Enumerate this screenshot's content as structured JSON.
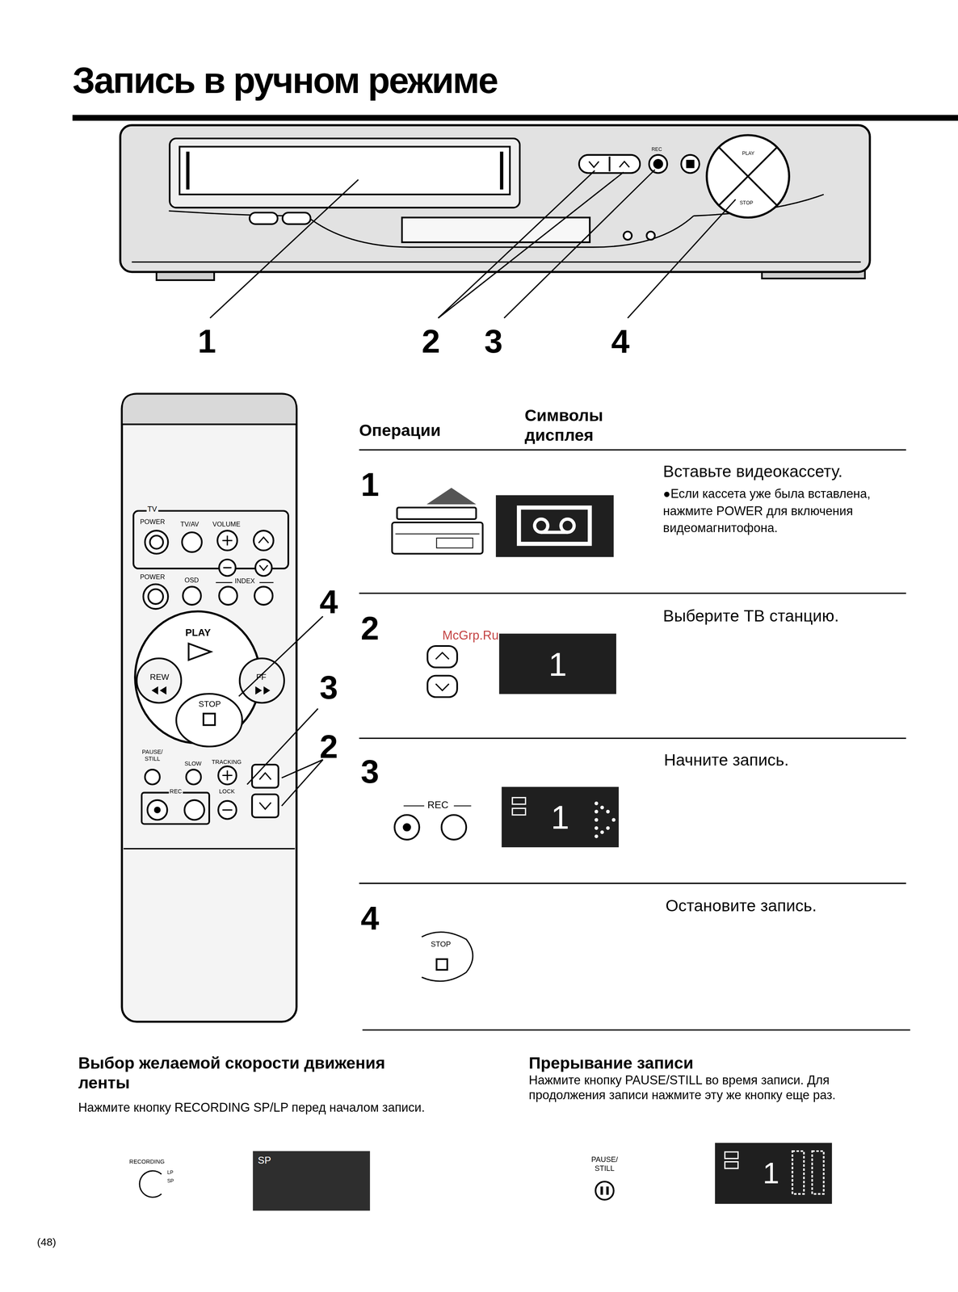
{
  "diagram": {
    "title": "Запись в ручном режиме",
    "nodes": [
      {
        "text": [
          "1"
        ]
      },
      {
        "text": [
          "1"
        ]
      },
      {
        "text": [
          "SP"
        ]
      },
      {
        "text": [
          "1"
        ]
      }
    ],
    "labels": [
      "1",
      "2",
      "3",
      "4",
      "4",
      "3",
      "2",
      "Операции",
      "Символы дисплея",
      "1",
      "Вставьте видеокассету.",
      "●Если кассета уже была вставлена, нажмите POWER для включения видеомагнитофона.",
      "2",
      "Выберите ТВ станцию.",
      "3",
      "Начните запись.",
      "REC",
      "4",
      "Остановите запись.",
      "STOP",
      "McGrp.Ru",
      "Выбор желаемой скорости движения ленты",
      "Нажмите кнопку RECORDING SP/LP перед началом записи.",
      "RECORDING",
      "LP",
      "SP",
      "Прерывание записи",
      "Нажмите кнопку PAUSE/STILL во время записи. Для продолжения записи нажмите эту же кнопку еще раз.",
      "PAUSE/ STILL",
      "(48)",
      "TV",
      "POWER",
      "TV/AV",
      "VOLUME",
      "POWER",
      "OSD",
      "INDEX",
      "PLAY",
      "REW",
      "FF",
      "STOP",
      "PAUSE/ STILL",
      "SLOW",
      "TRACKING",
      "REC",
      "LOCK",
      "REC",
      "PLAY",
      "STOP"
    ]
  }
}
